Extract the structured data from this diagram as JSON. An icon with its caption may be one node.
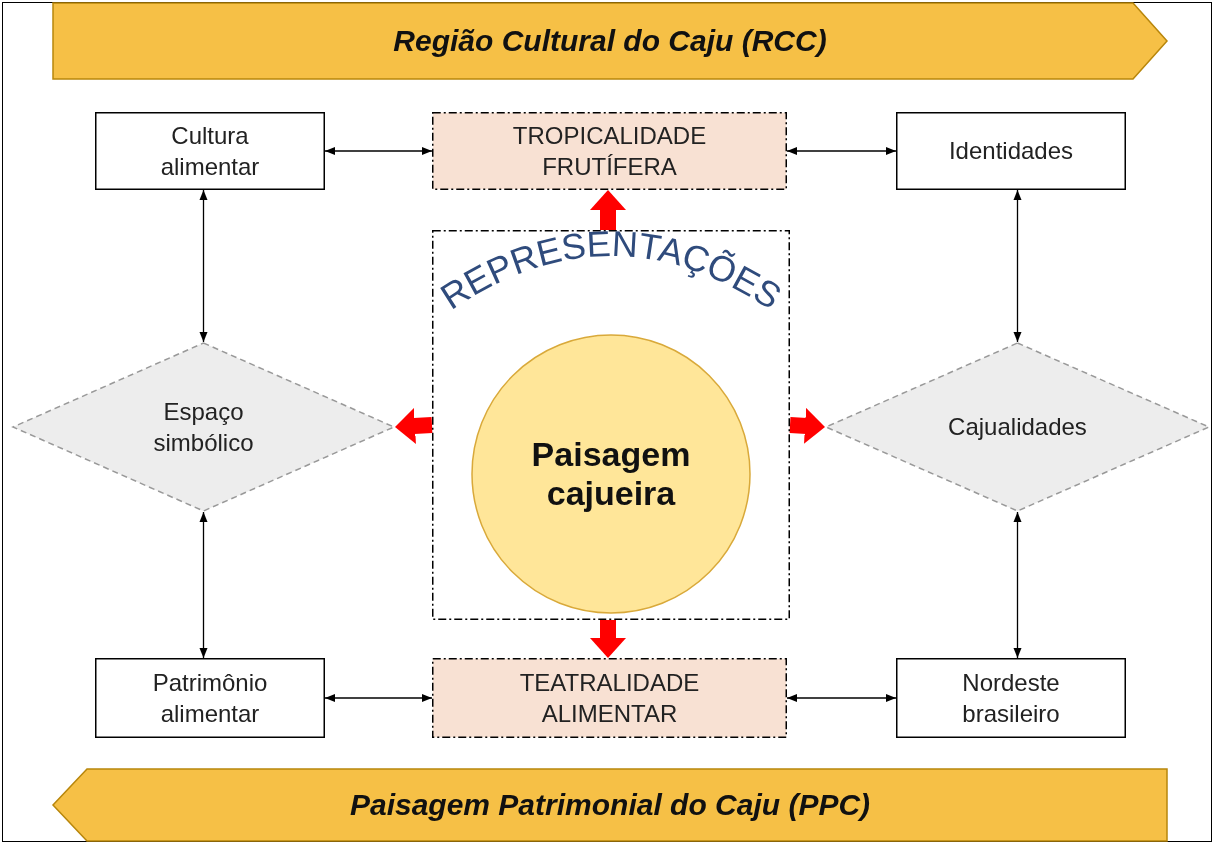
{
  "diagram": {
    "nodes": [
      {
        "text": [
          "Região Cultural do Caju (RCC)"
        ]
      },
      {
        "text": [
          "Cultura alimentar"
        ]
      },
      {
        "text": [
          "TROPICALIDADE FRUTÍFERA"
        ]
      },
      {
        "text": [
          "Identidades"
        ]
      },
      {
        "text": [
          "REPRESENTAÇÕES"
        ]
      },
      {
        "text": [
          "Paisagem cajueira"
        ],
        "in": 4
      },
      {
        "text": [
          "Espaço simbólico"
        ]
      },
      {
        "text": [
          "Cajualidades"
        ]
      },
      {
        "text": [
          "Patrimônio alimentar"
        ]
      },
      {
        "text": [
          "TEATRALIDADE ALIMENTAR"
        ]
      },
      {
        "text": [
          "Nordeste brasileiro"
        ]
      },
      {
        "text": [
          "Paisagem Patrimonial do Caju (PPC)"
        ]
      }
    ],
    "edges": [
      {
        "from": 1,
        "to": 2,
        "arrow": "both"
      },
      {
        "from": 2,
        "to": 3,
        "arrow": "both"
      },
      {
        "from": 1,
        "to": 6,
        "arrow": "both"
      },
      {
        "from": 3,
        "to": 7,
        "arrow": "both"
      },
      {
        "from": 4,
        "to": 2,
        "arrow": "to",
        "style": "thick",
        "color": "#ff0000"
      },
      {
        "from": 4,
        "to": 6,
        "arrow": "to",
        "style": "thick",
        "color": "#ff0000"
      },
      {
        "from": 4,
        "to": 7,
        "arrow": "to",
        "style": "thick",
        "color": "#ff0000"
      },
      {
        "from": 6,
        "to": 8,
        "arrow": "both"
      },
      {
        "from": 7,
        "to": 10,
        "arrow": "both"
      },
      {
        "from": 4,
        "to": 9,
        "arrow": "to",
        "style": "thick",
        "color": "#ff0000"
      },
      {
        "from": 8,
        "to": 9,
        "arrow": "both"
      },
      {
        "from": 9,
        "to": 10,
        "arrow": "both"
      }
    ]
  }
}
